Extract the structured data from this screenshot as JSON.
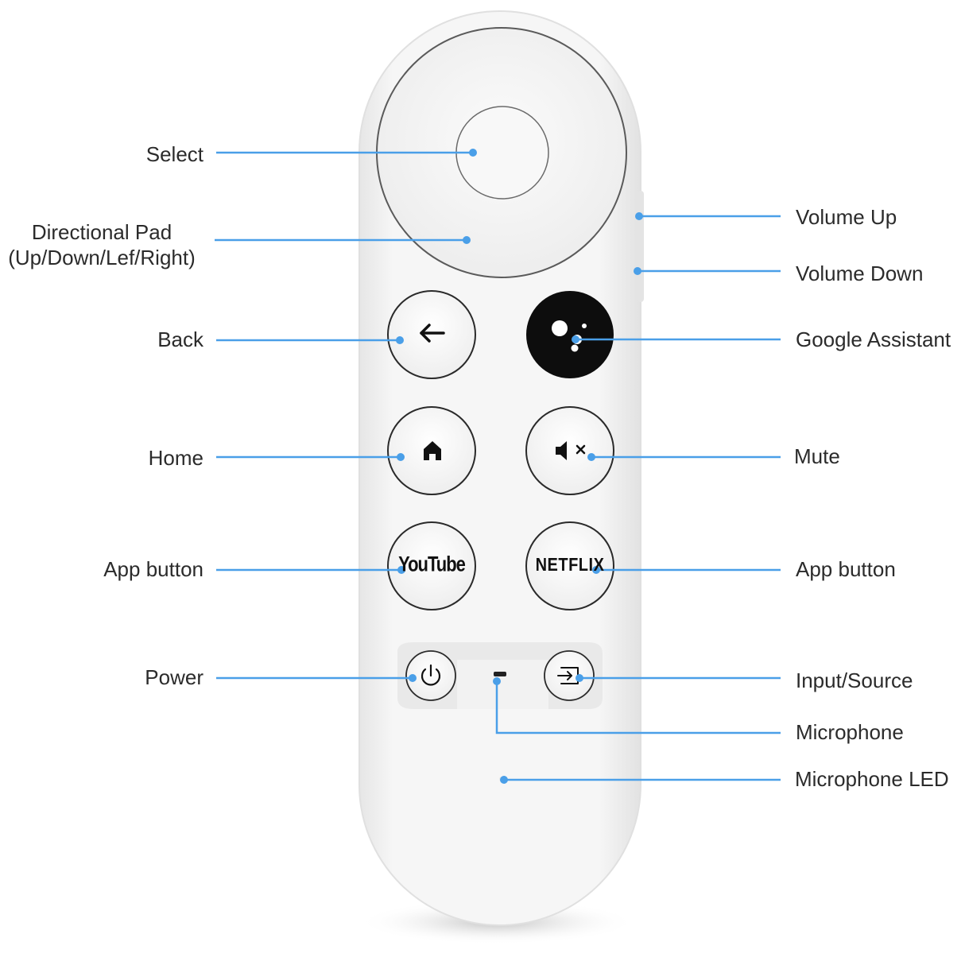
{
  "labels": {
    "select": "Select",
    "dpad_line1": "Directional Pad",
    "dpad_line2": "(Up/Down/Lef/Right)",
    "back": "Back",
    "home": "Home",
    "app_left": "App button",
    "power": "Power",
    "volume_up": "Volume Up",
    "volume_down": "Volume Down",
    "google_assistant": "Google Assistant",
    "mute": "Mute",
    "app_right": "App button",
    "input_source": "Input/Source",
    "microphone": "Microphone",
    "microphone_led": "Microphone LED"
  },
  "buttons": {
    "youtube": "YouTube",
    "netflix": "NETFLIX"
  },
  "colors": {
    "leader_line": "#4a9fe8",
    "remote_body": "#f3f3f3",
    "assistant_button": "#0d0d0d"
  }
}
